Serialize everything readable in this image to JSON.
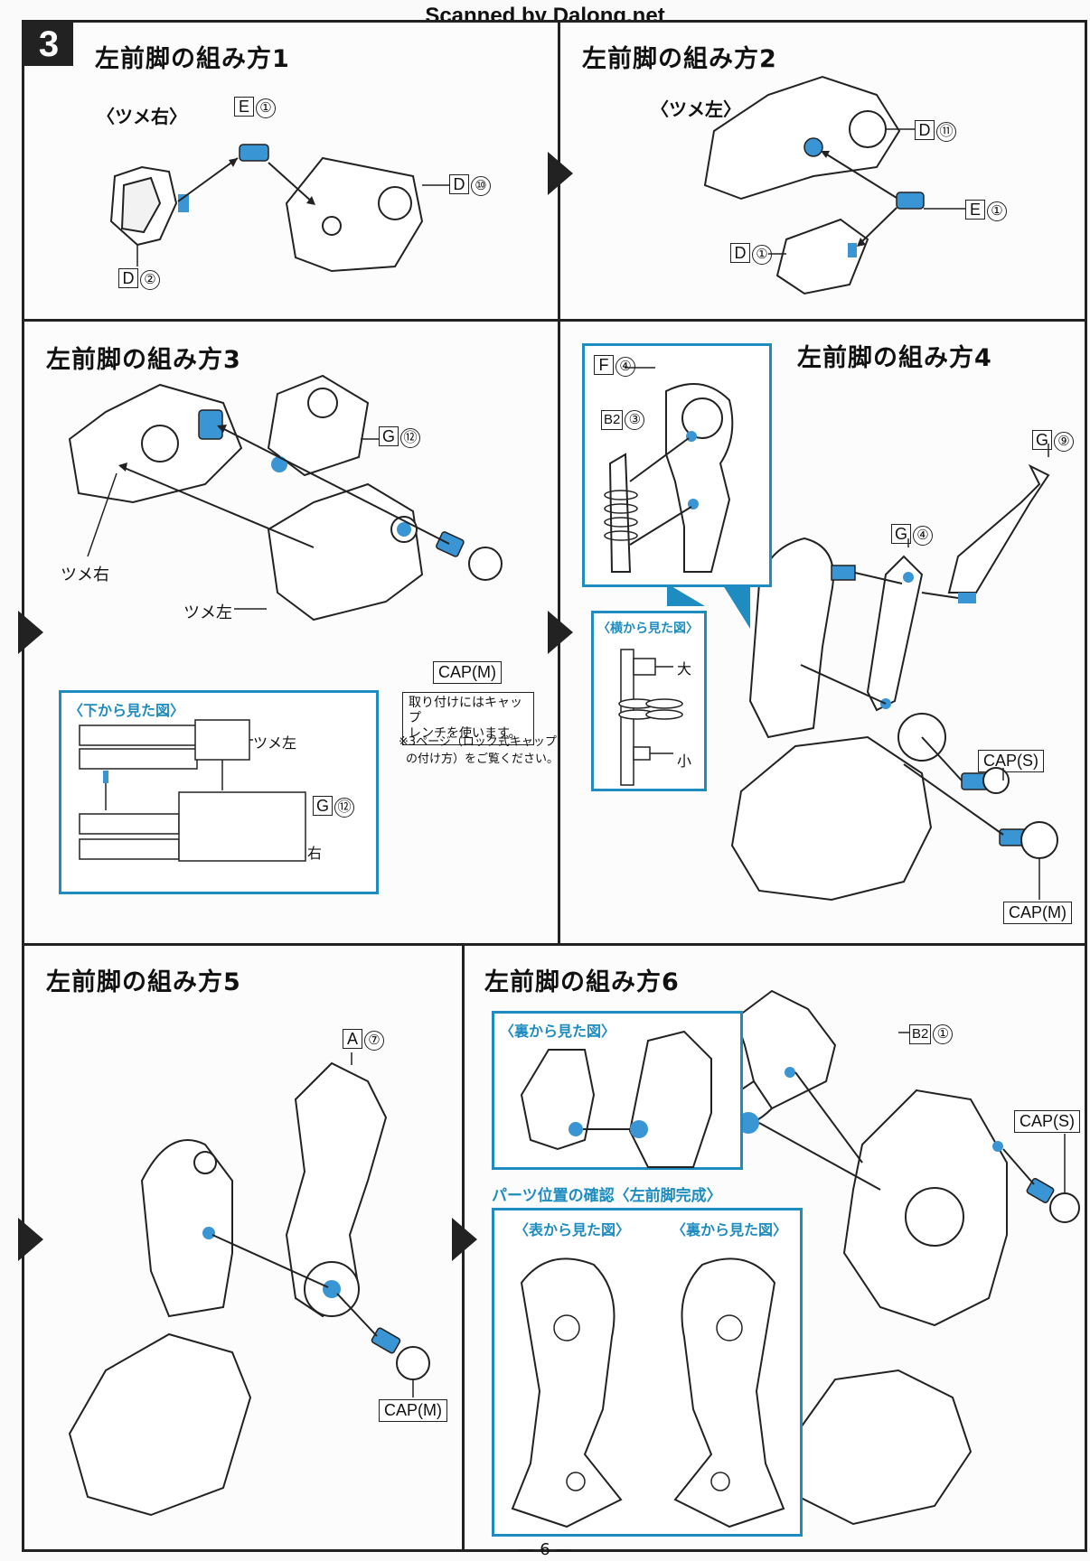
{
  "watermark": "Scanned by Dalong.net",
  "step_number": "3",
  "page_number": "— 6 —",
  "colors": {
    "accent": "#1e8cc0",
    "part_blue": "#3a95d4",
    "ink": "#222222"
  },
  "panels": {
    "p1": {
      "title": "左前脚の組み方1",
      "subtitle": "〈ツメ右〉",
      "parts": [
        {
          "letter": "E",
          "num": "①"
        },
        {
          "letter": "D",
          "num": "⑩"
        },
        {
          "letter": "D",
          "num": "②"
        }
      ]
    },
    "p2": {
      "title": "左前脚の組み方2",
      "subtitle": "〈ツメ左〉",
      "parts": [
        {
          "letter": "D",
          "num": "⑪"
        },
        {
          "letter": "E",
          "num": "①"
        },
        {
          "letter": "D",
          "num": "①"
        }
      ]
    },
    "p3": {
      "title": "左前脚の組み方3",
      "parts": [
        {
          "letter": "G",
          "num": "⑫"
        }
      ],
      "claw_right": "ツメ右",
      "claw_left": "ツメ左",
      "cap": "CAP(M)",
      "note_box": [
        "取り付けにはキャップ",
        "レンチを使います。"
      ],
      "note_small": [
        "※3ページ（ロック式キャップ",
        "の付け方）をご覧ください。"
      ],
      "inset": {
        "title": "〈下から見た図〉",
        "claw_left": "ツメ左",
        "claw_right": "ツメ右",
        "part": {
          "letter": "G",
          "num": "⑫"
        }
      }
    },
    "p4": {
      "title": "左前脚の組み方4",
      "parts": [
        {
          "letter": "F",
          "num": "④"
        },
        {
          "letter": "B2",
          "num": "③"
        },
        {
          "letter": "G",
          "num": "⑨"
        },
        {
          "letter": "G",
          "num": "④"
        }
      ],
      "cap_s": "CAP(S)",
      "cap_m": "CAP(M)",
      "inset": {
        "title": "〈横から見た図〉",
        "large": "大",
        "small": "小"
      }
    },
    "p5": {
      "title": "左前脚の組み方5",
      "parts": [
        {
          "letter": "A",
          "num": "⑦"
        }
      ],
      "cap": "CAP(M)"
    },
    "p6": {
      "title": "左前脚の組み方6",
      "parts": [
        {
          "letter": "B2",
          "num": "①"
        }
      ],
      "cap": "CAP(S)",
      "inset_back": {
        "title": "〈裏から見た図〉"
      },
      "check_title": "パーツ位置の確認〈左前脚完成〉",
      "front_view": "〈表から見た図〉",
      "back_view": "〈裏から見た図〉"
    }
  }
}
